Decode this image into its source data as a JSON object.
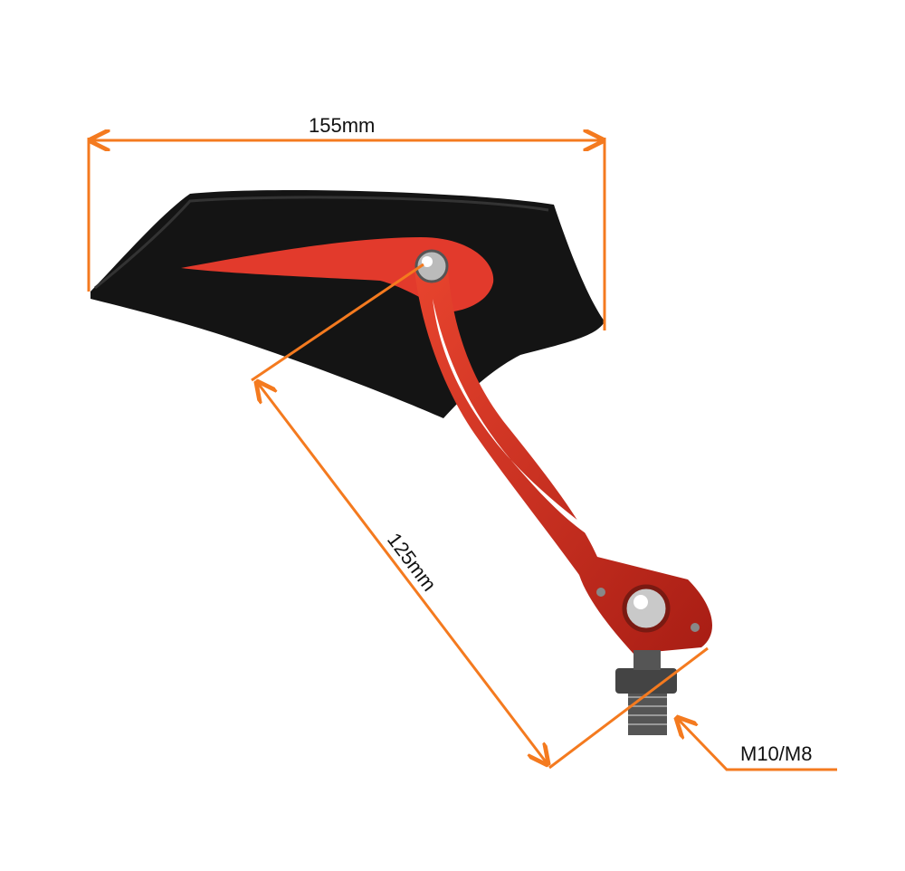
{
  "dimensions": {
    "width_label": "155mm",
    "arm_length_label": "125mm",
    "thread_label": "M10/M8"
  },
  "colors": {
    "dimension_line": "#f47a1f",
    "mirror_body": "#111111",
    "accent_red": "#e23a2c"
  }
}
